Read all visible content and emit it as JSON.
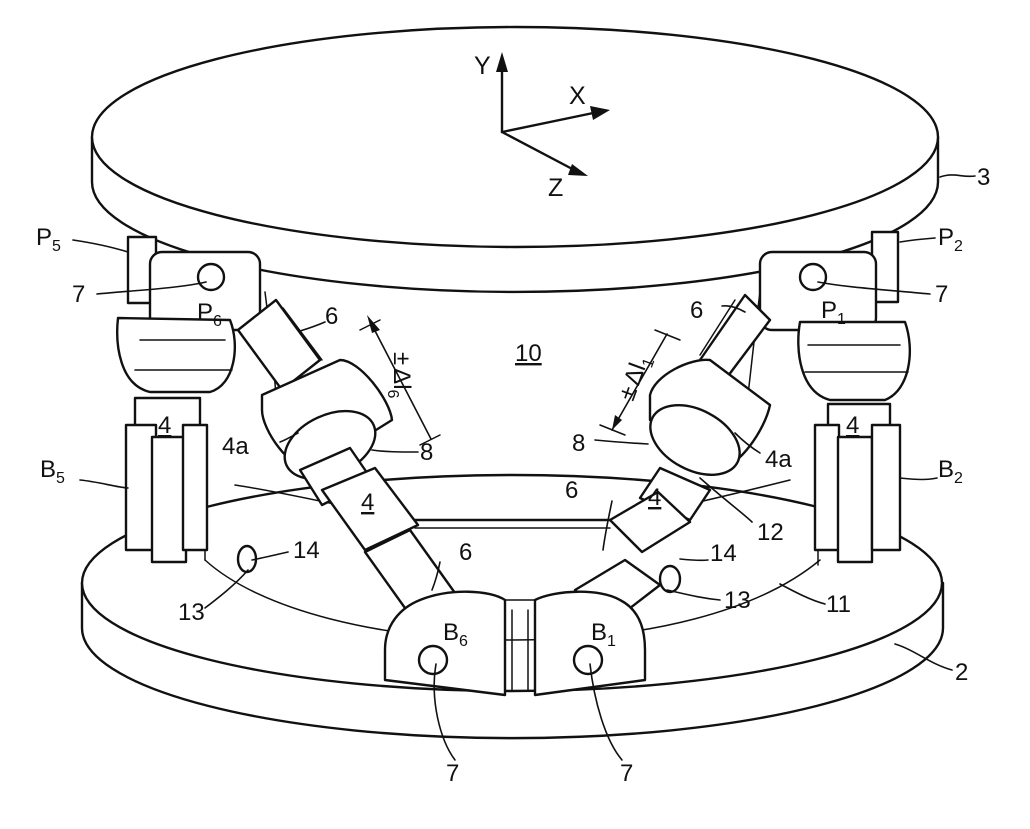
{
  "axes": {
    "y": "Y",
    "x": "X",
    "z": "Z"
  },
  "refs": {
    "top_plate": "3",
    "base_plate": "2",
    "interior": "10",
    "plane": "11",
    "bolt": "7",
    "strut_upper": "6",
    "actuator": "4",
    "actuator_detail": "4a",
    "ring": "8",
    "collar": "12",
    "port": "14",
    "port_housing": "13"
  },
  "points": {
    "p1": {
      "main": "P",
      "sub": "1"
    },
    "p2": {
      "main": "P",
      "sub": "2"
    },
    "p5": {
      "main": "P",
      "sub": "5"
    },
    "p6": {
      "main": "P",
      "sub": "6"
    },
    "b1": {
      "main": "B",
      "sub": "1"
    },
    "b2": {
      "main": "B",
      "sub": "2"
    },
    "b5": {
      "main": "B",
      "sub": "5"
    },
    "b6": {
      "main": "B",
      "sub": "6"
    }
  },
  "strokes": {
    "left": {
      "pm": "±",
      "delta": "Δl",
      "sub": "6"
    },
    "right": {
      "pm": "±",
      "delta": "Δl",
      "sub": "1"
    }
  },
  "colors": {
    "line": "#111111",
    "paper": "#ffffff"
  }
}
